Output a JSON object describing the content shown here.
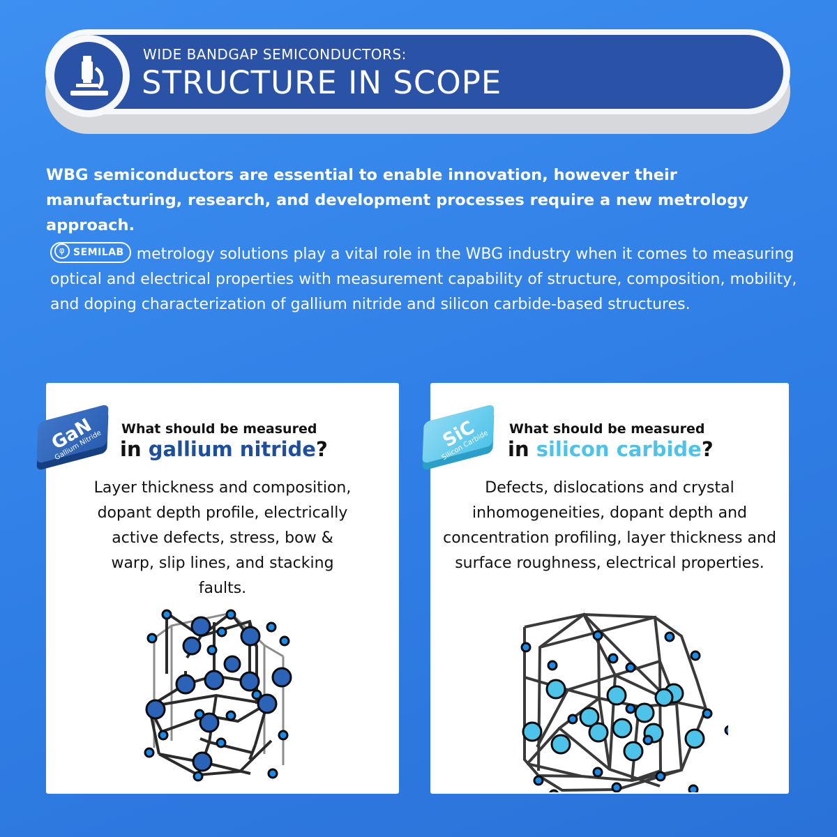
{
  "header": {
    "subtitle": "WIDE BANDGAP SEMICONDUCTORS:",
    "title": "STRUCTURE IN SCOPE",
    "icon": "microscope-icon"
  },
  "intro": "WBG semiconductors are essential to enable innovation, however their manufacturing, research, and development processes require a new metrology approach.",
  "brand": {
    "logo_text": "SEMILAB",
    "description": "metrology solutions play a vital role in the WBG industry when it comes to measuring optical and electrical properties with measurement capability of structure, composition, mobility, and doping characterization of gallium nitride and silicon carbide-based structures."
  },
  "colors": {
    "background": "#3189ec",
    "banner": "#2a52a6",
    "gan_accent": "#1e4f9c",
    "sic_accent": "#4ec3ea"
  },
  "cards": [
    {
      "chip_symbol": "GaN",
      "chip_name": "Gallium Nitride",
      "question_prefix": "What should be measured",
      "question_in": "in",
      "material": "gallium nitride",
      "question_mark": "?",
      "body": "Layer thickness and composition, dopant depth profile, electrically active defects, stress, bow & warp, slip lines, and stacking faults.",
      "illustration": "gan-crystal-lattice"
    },
    {
      "chip_symbol": "SiC",
      "chip_name": "Silicon Carbide",
      "question_prefix": "What should be measured",
      "question_in": "in",
      "material": "silicon carbide",
      "question_mark": "?",
      "body": "Defects, dislocations and crystal inhomogeneities, dopant depth and concentration profiling, layer thickness and surface roughness, electrical properties.",
      "illustration": "sic-crystal-lattice"
    }
  ]
}
